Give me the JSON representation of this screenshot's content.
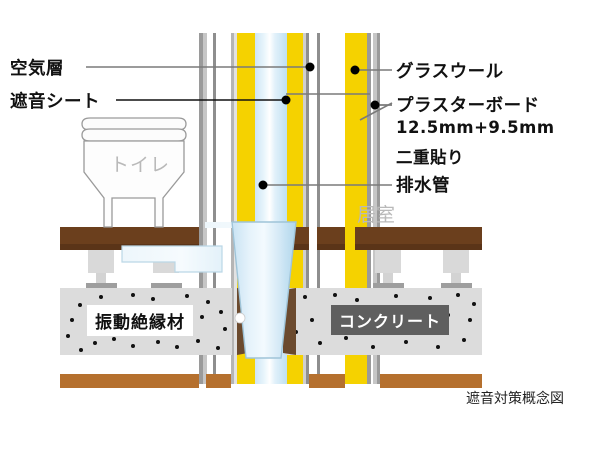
{
  "diagram": {
    "caption": "遮音対策概念図",
    "rooms": {
      "toilet": "トイレ",
      "living": "居室"
    },
    "labels_left": [
      {
        "id": "air-layer",
        "text": "空気層"
      },
      {
        "id": "sound-insulation-sheet",
        "text": "遮音シート"
      }
    ],
    "labels_right": [
      {
        "id": "glass-wool",
        "text": "グラスウール"
      },
      {
        "id": "plaster-board",
        "text": "プラスターボード"
      },
      {
        "id": "plaster-board-thickness",
        "text": "12.5mm+9.5mm"
      },
      {
        "id": "plaster-board-double",
        "text": "二重貼り"
      },
      {
        "id": "drain-pipe",
        "text": "排水管"
      }
    ],
    "slab_tags": [
      {
        "id": "vibration-insulator",
        "text": "振動絶縁材",
        "style": "white"
      },
      {
        "id": "concrete",
        "text": "コンクリート",
        "style": "dark"
      }
    ],
    "colors": {
      "glass_wool": "#F5D200",
      "pipe": "#BFE0F2",
      "concrete": "#DCDCDC",
      "beam_dark": "#6B3F1D",
      "beam_light": "#B5702E",
      "board": "#B0B0B0",
      "label_text": "#111111",
      "room_text": "#B9B9B9",
      "tag_dark_bg": "#5F5F5F",
      "leader": "#3A3A3A"
    }
  }
}
